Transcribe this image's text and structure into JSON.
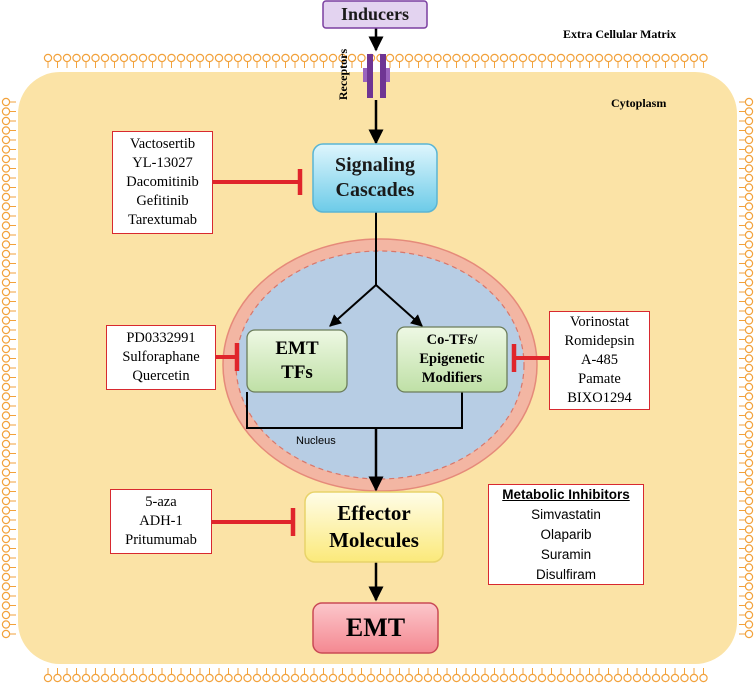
{
  "labels": {
    "inducers": "Inducers",
    "extracellular": "Extra Cellular Matrix",
    "cytoplasm": "Cytoplasm",
    "receptors": "Receptors",
    "nucleus": "Nucleus"
  },
  "nodes": {
    "signaling": [
      "Signaling",
      "Cascades"
    ],
    "emt_tfs": [
      "EMT",
      "TFs"
    ],
    "cotfs": [
      "Co-TFs/",
      "Epigenetic",
      "Modifiers"
    ],
    "effector": [
      "Effector",
      "Molecules"
    ],
    "emt": "EMT"
  },
  "inhibitors": {
    "signaling": [
      "Vactosertib",
      "YL-13027",
      "Dacomitinib",
      "Gefitinib",
      "Tarextumab"
    ],
    "emt_tfs": [
      "PD0332991",
      "Sulforaphane",
      "Quercetin"
    ],
    "cotfs": [
      "Vorinostat",
      "Romidepsin",
      "A-485",
      "Pamate",
      "BIXO1294"
    ],
    "effector": [
      "5-aza",
      "ADH-1",
      "Pritumumab"
    ]
  },
  "metabolic": {
    "title": "Metabolic Inhibitors",
    "items": [
      "Simvastatin",
      "Olaparib",
      "Suramin",
      "Disulfiram"
    ]
  },
  "colors": {
    "cytoplasm": "#fbe3a6",
    "membrane": "#f2a23c",
    "nucleus": "#b7cde4",
    "nuclear_envelope": "#f2b7a6",
    "signaling": "#8fd9ef",
    "tfs": "#d5ebc3",
    "effector": "#fff6b0",
    "emt": "#f8a3aa",
    "inducers": "#e3d3f0",
    "inhibition": "#e0252b",
    "receptor": "#7b3fa0"
  }
}
